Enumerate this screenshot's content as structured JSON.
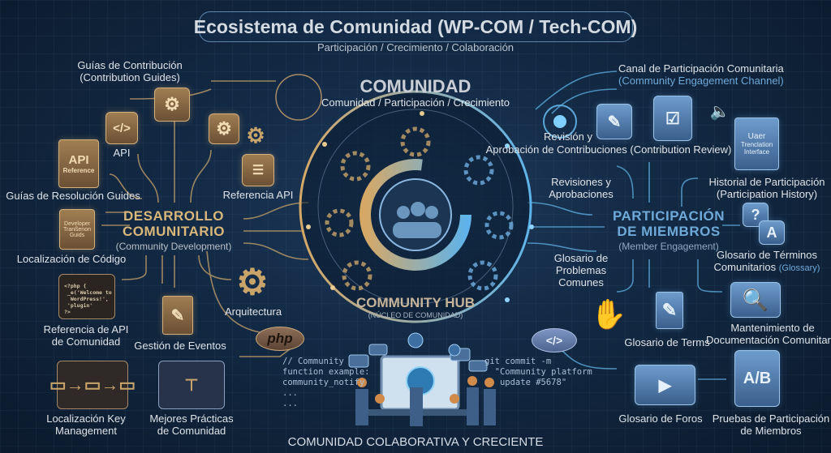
{
  "header": {
    "title": "Ecosistema de Comunidad (WP-COM / Tech-COM)",
    "subtitle": "Participación / Crecimiento / Colaboración"
  },
  "center": {
    "title": "COMUNIDAD",
    "subtitle": "Comunidad / Participación / Crecimiento",
    "hub_title": "COMMUNITY HUB",
    "hub_subtitle": "(NÚCLEO DE COMUNIDAD)",
    "footer": "COMUNIDAD COLABORATIVA Y CRECIENTE"
  },
  "left": {
    "contribution_guides": [
      "Guías de Contribución",
      "(Contribution Guides)"
    ],
    "api_label": "API",
    "api_book": [
      "API",
      "Reference"
    ],
    "resolution_guides": "Guías de Resolución Guides",
    "api_reference": "Referencia API",
    "section_title": [
      "DESARROLLO",
      "COMUNITARIO"
    ],
    "section_subtitle": "(Community Development)",
    "dev_book": [
      "Developer",
      "Tranßenon",
      "Guids"
    ],
    "code_localization": "Localización de Código",
    "code_window": "<?php {\n _e('Welcome to\n  WordPress!',\n 'plugin'\n?>",
    "community_api_reference": [
      "Referencia de API",
      "de Comunidad"
    ],
    "event_management": "Gestión de Eventos",
    "architecture": "Arquitectura",
    "php_badge": "php",
    "key_management": [
      "Localización Key",
      "Management"
    ],
    "best_practices": [
      "Mejores Prácticas",
      "de Comunidad"
    ],
    "code_snippet": "// Community\nfunction example:\ncommunity_notify\n...\n..."
  },
  "right": {
    "channel": [
      "Canal de Participación Comunitaria",
      "(Community Engagement Channel)"
    ],
    "contribution_review": [
      "Revisión y",
      "Aprobación de Contribuciones (Contribution Review)"
    ],
    "translation_book": [
      "Uaer",
      "Trenclation",
      "Interface"
    ],
    "revisions": [
      "Revisiones y",
      "Aprobaciones"
    ],
    "history": [
      "Historial de Participación",
      "(Participation History)"
    ],
    "section_title": [
      "PARTICIPACIÓN",
      "DE MIEMBROS"
    ],
    "section_subtitle": "(Member Engagement)",
    "qa_icons": [
      "?",
      "A"
    ],
    "glossary_terms": [
      "Glosario de Términos",
      "Comunitarios",
      "(Glossary)"
    ],
    "common_problems": [
      "Glosario de",
      "Problemas",
      "Comunes"
    ],
    "terms_glossary": "Glosario de Terms",
    "doc_maintenance": [
      "Mantenimiento de",
      "Documentación Comunitaria"
    ],
    "code_badge": "</>",
    "git_snippet": "git commit -m\n  \"Community platform\n   update #5678\"",
    "forums_glossary": "Glosario de Foros",
    "ab_label": "A/B",
    "member_tests": [
      "Pruebas de Participación",
      "de Miembros"
    ]
  },
  "colors": {
    "gold": "#d9b77a",
    "blue": "#6fa9d8",
    "background": "#0d1d31"
  }
}
